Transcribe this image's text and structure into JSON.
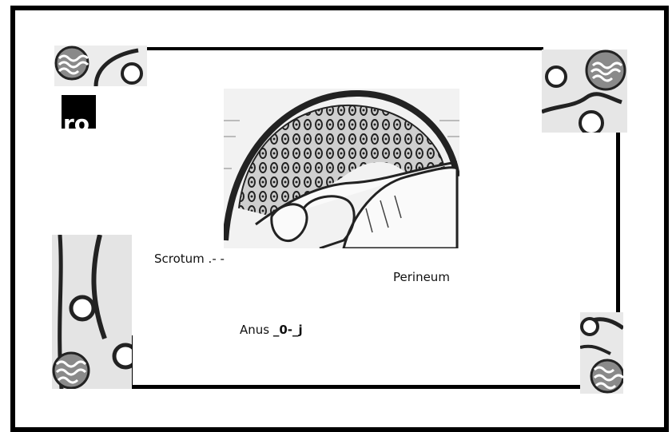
{
  "corner_text": "ro",
  "labels": {
    "scrotum": "Scrotum .- -",
    "perineum": "Perineum",
    "anus": "Anus",
    "anus_marker": "_0-_j"
  },
  "colors": {
    "ink": "#111111",
    "paper": "#ffffff",
    "pattern_bg": "#dcdcdc"
  }
}
